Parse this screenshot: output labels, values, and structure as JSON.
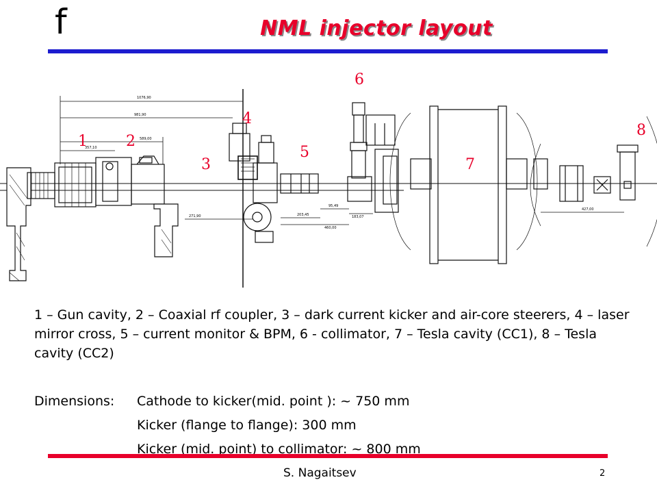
{
  "header": {
    "logo_text": "f",
    "title": "NML injector layout",
    "title_color": "#e8002a",
    "top_rule_color": "#1c1ccf",
    "bottom_rule_color": "#e8002a"
  },
  "diagram": {
    "labels": [
      "1",
      "2",
      "3",
      "4",
      "5",
      "6",
      "7",
      "8"
    ],
    "label_color": "#e8002a",
    "dimension_texts": [
      "1076,90",
      "981,90",
      "589,00",
      "357,10",
      "271,90",
      "203,45",
      "95,49",
      "460,00",
      "183,07",
      "427,00"
    ]
  },
  "caption": "1 – Gun cavity, 2 – Coaxial rf coupler, 3 – dark current kicker and air-core steerers, 4 – laser mirror cross, 5 – current monitor & BPM, 6 - collimator,  7 – Tesla cavity (CC1), 8 – Tesla cavity (CC2)",
  "dimensions": {
    "heading": "Dimensions:",
    "lines": [
      "Cathode to kicker(mid. point ): ~ 750 mm",
      "Kicker (flange to flange): 300 mm",
      "Kicker (mid. point) to collimator: ~ 800 mm"
    ]
  },
  "footer": {
    "author": "S. Nagaitsev",
    "page_number": "2"
  }
}
